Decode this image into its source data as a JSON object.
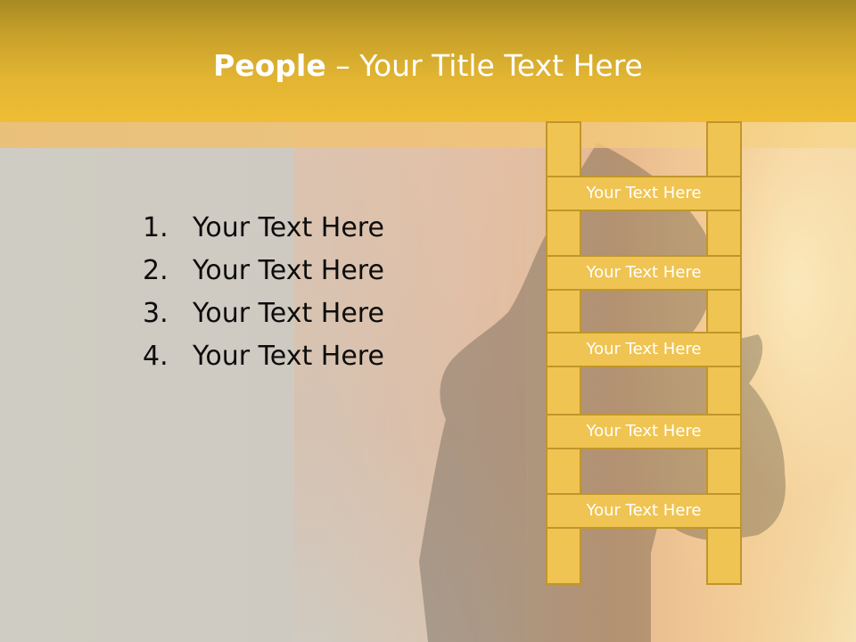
{
  "title": {
    "bold": "People",
    "rest": " – Your Title Text Here"
  },
  "list": {
    "items": [
      {
        "num": "1.",
        "label": "Your Text Here"
      },
      {
        "num": "2.",
        "label": "Your Text Here"
      },
      {
        "num": "3.",
        "label": "Your Text Here"
      },
      {
        "num": "4.",
        "label": "Your Text Here"
      }
    ]
  },
  "ladder": {
    "rungs": [
      {
        "label": "Your Text Here"
      },
      {
        "label": "Your Text Here"
      },
      {
        "label": "Your Text Here"
      },
      {
        "label": "Your Text Here"
      },
      {
        "label": "Your Text Here"
      }
    ]
  },
  "colors": {
    "header": "#e3b532",
    "ladder_fill": "#f0c452",
    "ladder_border": "#c0962c"
  }
}
